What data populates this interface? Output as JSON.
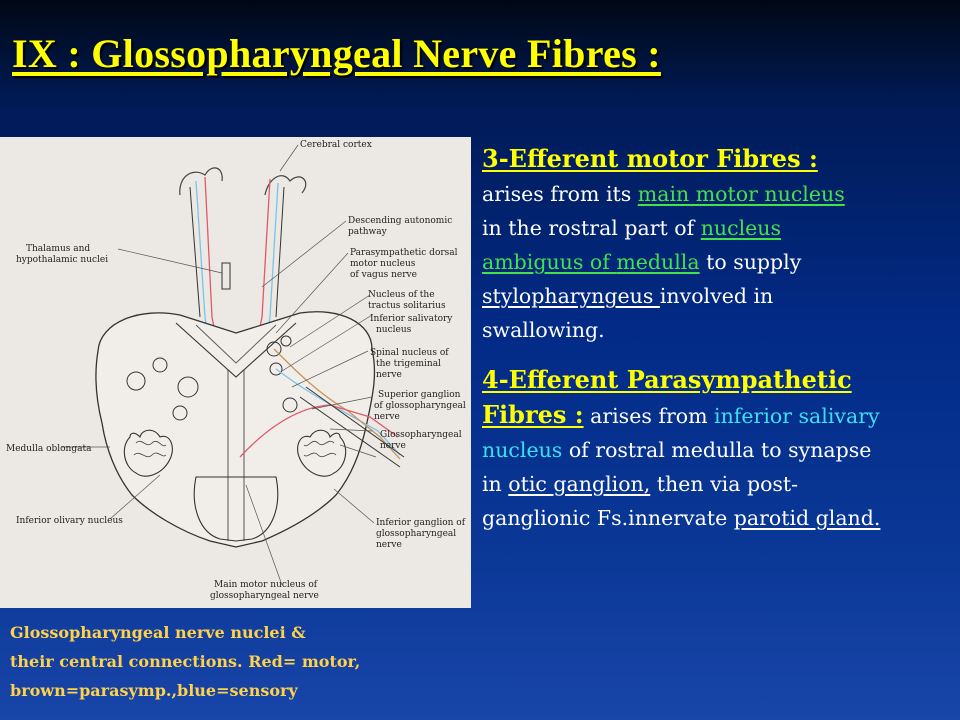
{
  "title": "IX : Glossopharyngeal Nerve Fibres :",
  "figure": {
    "labels": {
      "cerebral_cortex": "Cerebral cortex",
      "descending_1": "Descending autonomic",
      "descending_2": "pathway",
      "thalamus_1": "Thalamus and",
      "thalamus_2": "hypothalamic nuclei",
      "parasym_1": "Parasympathetic dorsal",
      "parasym_2": "motor nucleus",
      "parasym_3": "of vagus nerve",
      "solitarius_1": "Nucleus of the",
      "solitarius_2": "tractus solitarius",
      "inf_sal_1": "Inferior salivatory",
      "inf_sal_2": "nucleus",
      "spinal_1": "Spinal nucleus of",
      "spinal_2": "the trigeminal",
      "spinal_3": "nerve",
      "sup_gang_1": "Superior ganglion",
      "sup_gang_2": "of glossopharyngeal",
      "sup_gang_3": "nerve",
      "glosso_1": "Glossopharyngeal",
      "glosso_2": "nerve",
      "medulla": "Medulla oblongata",
      "inf_gang_1": "Inferior ganglion of",
      "inf_gang_2": "glossopharyngeal",
      "inf_gang_3": "nerve",
      "inf_olivary": "Inferior olivary nucleus",
      "main_motor_1": "Main motor nucleus of",
      "main_motor_2": "glossopharyngeal nerve"
    }
  },
  "caption": {
    "line1": "Glossopharyngeal  nerve nuclei &",
    "line2": "their  central connections. Red= motor,",
    "line3": "brown=parasymp.,blue=sensory"
  },
  "section3": {
    "heading": "3-Efferent motor Fibres :",
    "t1": "arises  from its ",
    "main_motor": "main motor nucleus",
    "t2": "in the rostral part of  ",
    "nucleus": "nucleus",
    "ambiguus": "ambiguus of ",
    "medulla": "medulla",
    "t3": " to supply",
    "stylo": "stylopharyngeus ",
    "t4": "involved in",
    "t5": "swallowing."
  },
  "section4": {
    "heading1": "4-Efferent Parasympathetic",
    "heading2": "Fibres :",
    "t1": " arises from ",
    "inferior_salivary": "inferior salivary",
    "nucleus_word": "nucleus",
    "t2": " of  rostral medulla to synapse",
    "t3": "in ",
    "otic": "otic ganglion,",
    "t4": " then via post-",
    "t5": "ganglionic Fs.innervate ",
    "parotid": "parotid gland."
  },
  "colors": {
    "title": "#ffff00",
    "highlight_green": "#44e24a",
    "highlight_cyan": "#3be0f0",
    "caption": "#ffd24a",
    "motor": "#e05a6a",
    "parasympathetic": "#c8935a",
    "sensory": "#7ec3ea"
  }
}
